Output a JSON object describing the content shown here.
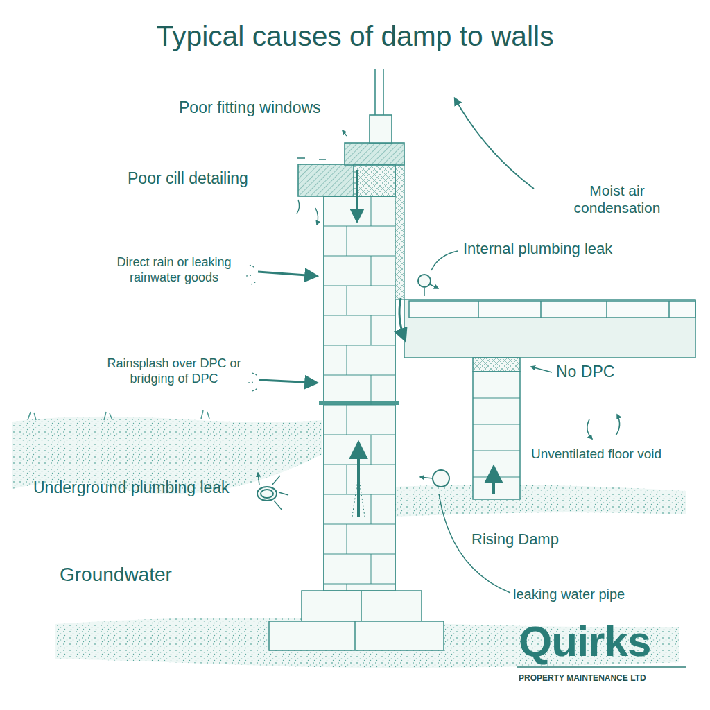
{
  "diagram": {
    "title": "Typical causes of damp to walls",
    "labels": [
      "Poor fitting windows",
      "Poor cill detailing",
      "Moist air condensation",
      "Internal plumbing leak",
      "Direct rain or leaking rainwater goods",
      "Rainsplash over DPC or bridging of DPC",
      "No DPC",
      "Unventilated floor void",
      "Underground plumbing leak",
      "Rising Damp",
      "Groundwater",
      "leaking water pipe",
      "Quirks",
      "PROPERTY MAINTENANCE LTD"
    ]
  }
}
